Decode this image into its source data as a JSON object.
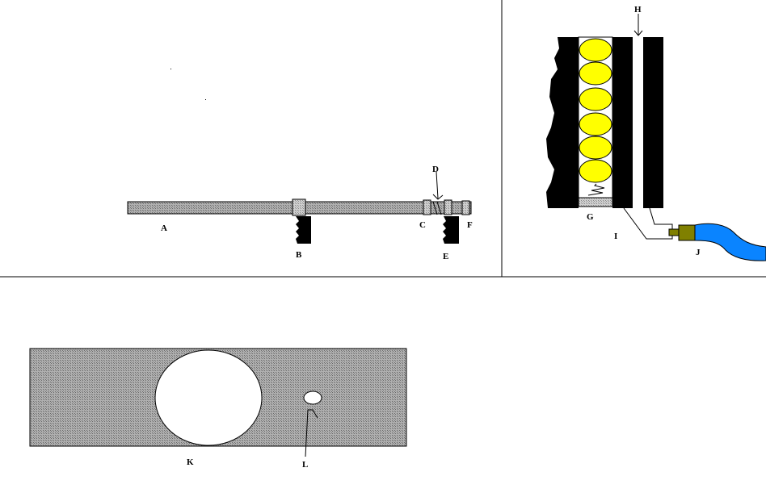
{
  "labels": {
    "A": "A",
    "B": "B",
    "C": "C",
    "D": "D",
    "E": "E",
    "F": "F",
    "G": "G",
    "H": "H",
    "I": "I",
    "J": "J",
    "K": "K",
    "L": "L"
  },
  "colors": {
    "hatch_gray": "#999999",
    "dark": "#000000",
    "ball_yellow": "#ffff00",
    "hose_blue": "#0a84ff",
    "fitting_olive": "#808000",
    "background": "#ffffff"
  }
}
